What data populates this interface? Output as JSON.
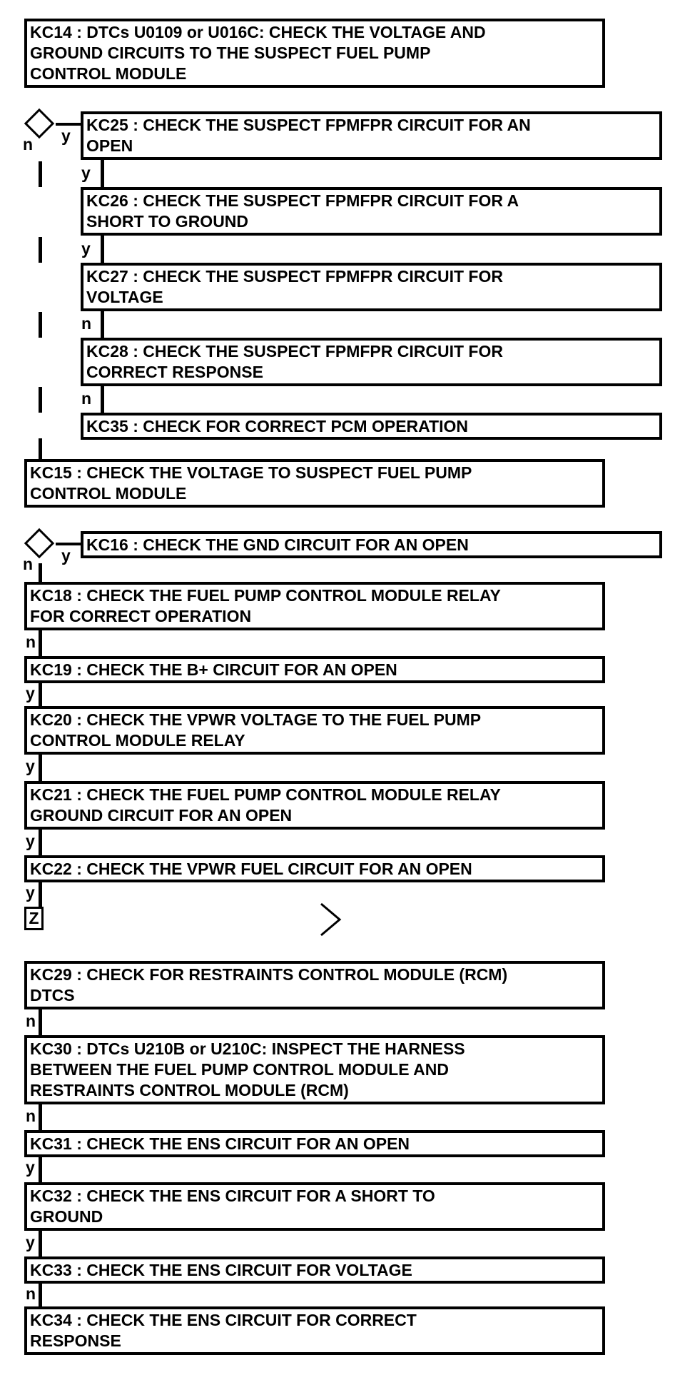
{
  "flowchart": {
    "nodes": {
      "KC14": {
        "label": "KC14 : DTCs U0109 or U016C: CHECK THE VOLTAGE AND\nGROUND CIRCUITS TO THE SUSPECT FUEL PUMP\nCONTROL MODULE"
      },
      "KC25": {
        "label": "KC25 : CHECK THE SUSPECT FPMFPR CIRCUIT FOR AN\nOPEN"
      },
      "KC26": {
        "label": "KC26 : CHECK THE SUSPECT FPMFPR CIRCUIT FOR A\nSHORT TO GROUND"
      },
      "KC27": {
        "label": "KC27 : CHECK THE SUSPECT FPMFPR CIRCUIT FOR\nVOLTAGE"
      },
      "KC28": {
        "label": "KC28 : CHECK THE SUSPECT FPMFPR CIRCUIT FOR\nCORRECT RESPONSE"
      },
      "KC35": {
        "label": "KC35 : CHECK FOR CORRECT PCM OPERATION"
      },
      "KC15": {
        "label": "KC15 : CHECK THE VOLTAGE TO SUSPECT FUEL PUMP\nCONTROL MODULE"
      },
      "KC16": {
        "label": "KC16 : CHECK THE GND CIRCUIT FOR AN OPEN"
      },
      "KC18": {
        "label": "KC18 : CHECK THE FUEL PUMP CONTROL MODULE RELAY\nFOR CORRECT OPERATION"
      },
      "KC19": {
        "label": "KC19 : CHECK THE B+ CIRCUIT FOR AN OPEN"
      },
      "KC20": {
        "label": "KC20 : CHECK THE VPWR VOLTAGE TO THE FUEL PUMP\nCONTROL MODULE RELAY"
      },
      "KC21": {
        "label": "KC21 : CHECK THE FUEL PUMP CONTROL MODULE RELAY\nGROUND CIRCUIT FOR AN OPEN"
      },
      "KC22": {
        "label": "KC22 : CHECK THE VPWR FUEL CIRCUIT FOR AN OPEN"
      },
      "KC29": {
        "label": "KC29 : CHECK FOR RESTRAINTS CONTROL MODULE (RCM)\nDTCS"
      },
      "KC30": {
        "label": "KC30 : DTCs U210B or U210C: INSPECT THE HARNESS\nBETWEEN THE FUEL PUMP CONTROL MODULE AND\nRESTRAINTS CONTROL MODULE (RCM)"
      },
      "KC31": {
        "label": "KC31 : CHECK THE ENS CIRCUIT FOR AN OPEN"
      },
      "KC32": {
        "label": "KC32 : CHECK THE ENS CIRCUIT FOR A SHORT TO\nGROUND"
      },
      "KC33": {
        "label": "KC33 : CHECK THE ENS CIRCUIT FOR VOLTAGE"
      },
      "KC34": {
        "label": "KC34 : CHECK THE ENS CIRCUIT FOR CORRECT\nRESPONSE"
      }
    },
    "branches": {
      "d1_no": "n",
      "d1_yes": "y",
      "kc25_out": "y",
      "kc26_out": "y",
      "kc27_out": "n",
      "kc28_out": "n",
      "d2_no": "n",
      "d2_yes": "y",
      "kc18_out": "n",
      "kc19_out": "y",
      "kc20_out": "y",
      "kc21_out": "y",
      "kc22_out": "y",
      "kc29_out": "n",
      "kc30_out": "n",
      "kc31_out": "y",
      "kc32_out": "y",
      "kc33_out": "n"
    },
    "offpage_connector": "Z",
    "line_color": "#000000",
    "background_color": "#ffffff"
  }
}
